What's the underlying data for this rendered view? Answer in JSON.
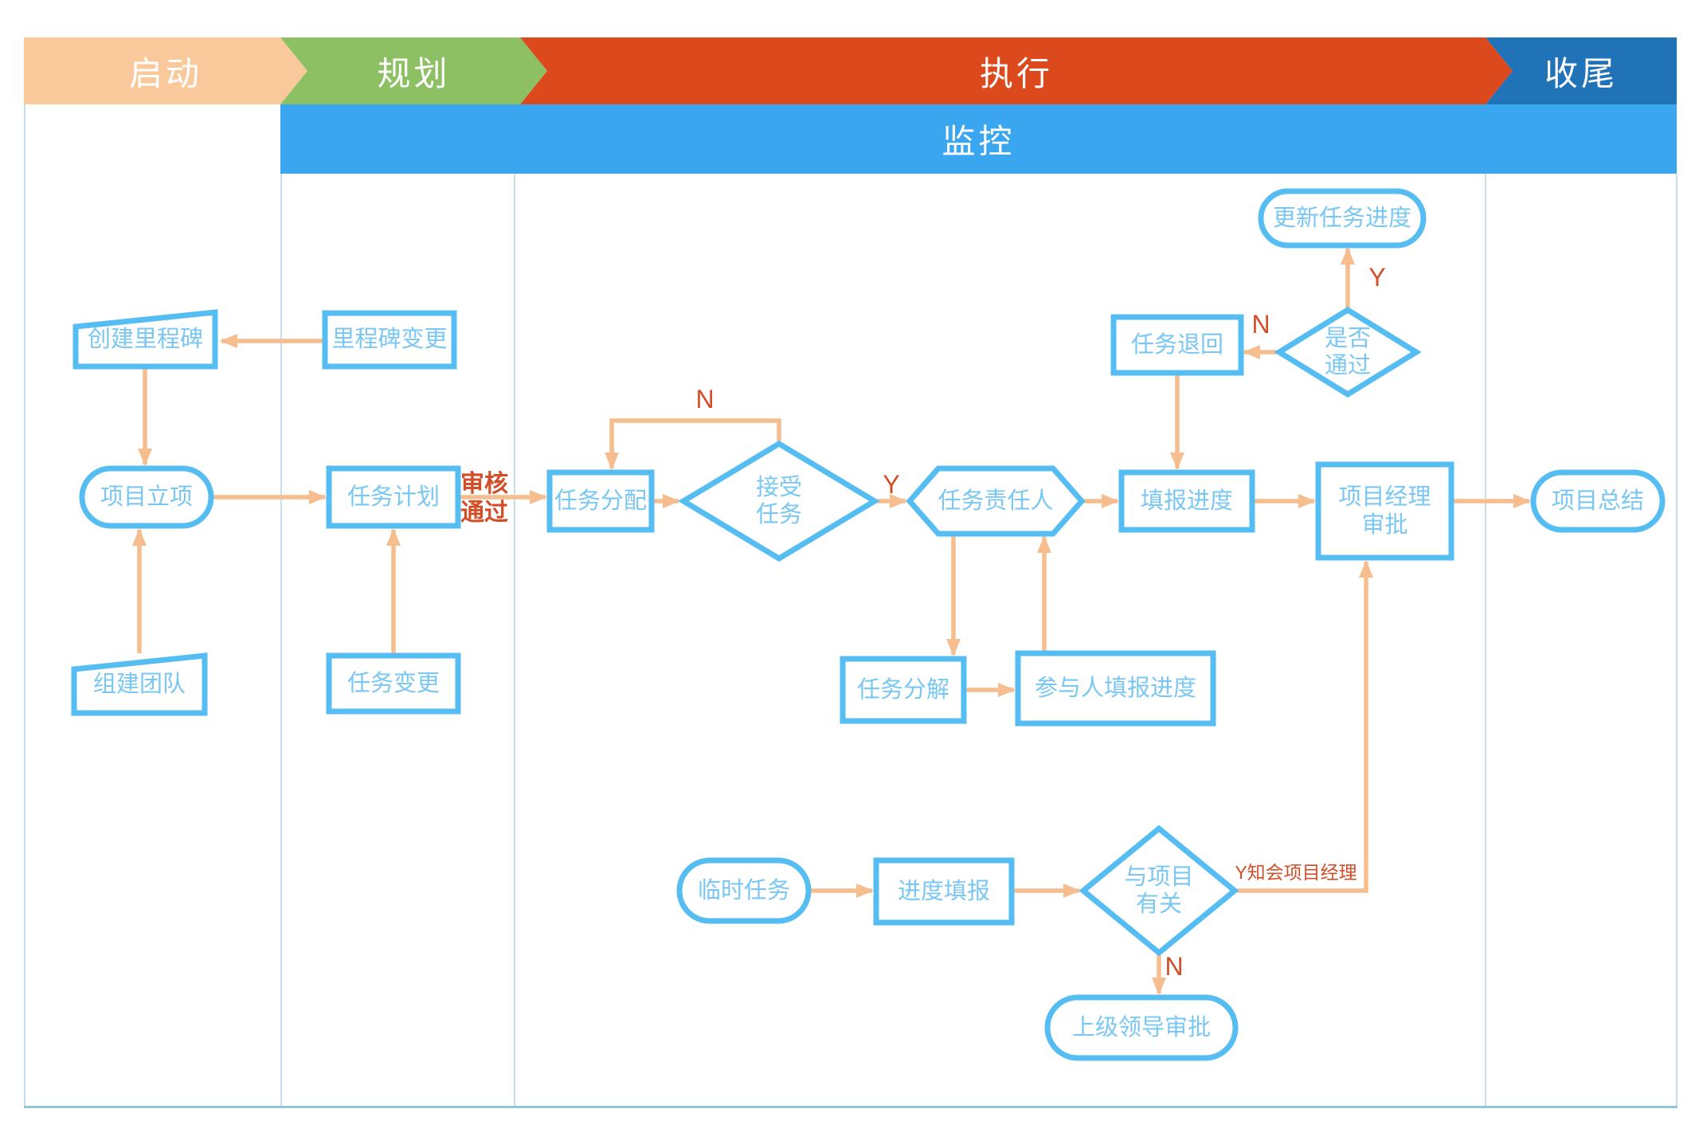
{
  "diagram": {
    "phases": [
      {
        "id": "start",
        "label": "启动",
        "color": "#f9c99c"
      },
      {
        "id": "plan",
        "label": "规划",
        "color": "#8cc063"
      },
      {
        "id": "execute",
        "label": "执行",
        "color": "#db491d"
      },
      {
        "id": "close",
        "label": "收尾",
        "color": "#2173b8"
      }
    ],
    "monitor": {
      "label": "监控",
      "color": "#3ba6f0"
    },
    "nodes": [
      {
        "id": "create-milestone",
        "label": "创建里程碑",
        "shape": "slant"
      },
      {
        "id": "project-initiation",
        "label": "项目立项",
        "shape": "stadium"
      },
      {
        "id": "build-team",
        "label": "组建团队",
        "shape": "slant"
      },
      {
        "id": "milestone-change",
        "label": "里程碑变更",
        "shape": "rect"
      },
      {
        "id": "task-plan",
        "label": "任务计划",
        "shape": "rect"
      },
      {
        "id": "task-change",
        "label": "任务变更",
        "shape": "rect"
      },
      {
        "id": "task-assign",
        "label": "任务分配",
        "shape": "rect"
      },
      {
        "id": "accept-task",
        "label": "接受\n任务",
        "shape": "diamond"
      },
      {
        "id": "task-owner",
        "label": "任务责任人",
        "shape": "hexagon"
      },
      {
        "id": "fill-progress",
        "label": "填报进度",
        "shape": "rect"
      },
      {
        "id": "task-return",
        "label": "任务退回",
        "shape": "rect"
      },
      {
        "id": "pass-or-not",
        "label": "是否\n通过",
        "shape": "diamond"
      },
      {
        "id": "update-task-progress",
        "label": "更新任务进度",
        "shape": "stadium"
      },
      {
        "id": "pm-approval",
        "label": "项目经理\n审批",
        "shape": "rect"
      },
      {
        "id": "task-decompose",
        "label": "任务分解",
        "shape": "rect"
      },
      {
        "id": "participant-progress",
        "label": "参与人填报进度",
        "shape": "rect"
      },
      {
        "id": "temp-task",
        "label": "临时任务",
        "shape": "stadium"
      },
      {
        "id": "progress-fill",
        "label": "进度填报",
        "shape": "rect"
      },
      {
        "id": "related-to-project",
        "label": "与项目\n有关",
        "shape": "diamond"
      },
      {
        "id": "leader-approval",
        "label": "上级领导审批",
        "shape": "stadium"
      },
      {
        "id": "project-summary",
        "label": "项目总结",
        "shape": "stadium"
      }
    ],
    "edge_labels": [
      {
        "id": "review-pass",
        "text": "审核\n通过"
      },
      {
        "id": "n-accept",
        "text": "N"
      },
      {
        "id": "y-accept",
        "text": "Y"
      },
      {
        "id": "n-pass",
        "text": "N"
      },
      {
        "id": "y-pass",
        "text": "Y"
      },
      {
        "id": "y-notify",
        "text": "Y知会项目经理"
      },
      {
        "id": "n-related",
        "text": "N"
      }
    ],
    "colors": {
      "node_border": "#56bdf2",
      "node_fill": "#ffffff",
      "node_text": "#79c7f2",
      "arrow": "#f6be8e",
      "edge_label": "#d14e28",
      "lane_line": "#c8deea",
      "bottom_line": "#8fc6e0",
      "header_text": "#ffffff"
    }
  }
}
